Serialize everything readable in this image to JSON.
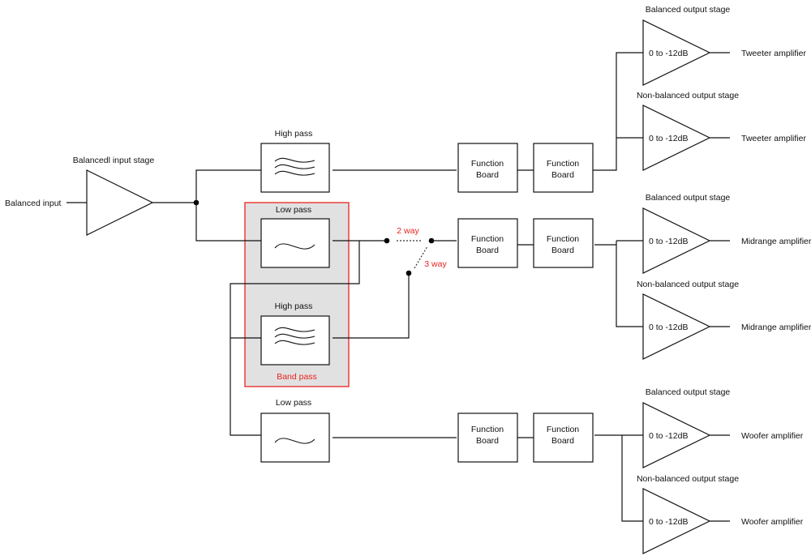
{
  "diagram": {
    "input": {
      "label": "Balanced input",
      "stage_label": "Balancedl input stage"
    },
    "filters": {
      "high_pass_top": "High pass",
      "low_pass_mid": "Low pass",
      "high_pass_band": "High pass",
      "band_pass_label": "Band pass",
      "low_pass_bottom": "Low pass"
    },
    "switch": {
      "two_way": "2 way",
      "three_way": "3 way"
    },
    "function_board": {
      "line1": "Function",
      "line2": "Board"
    },
    "outputs": {
      "tweeter": {
        "balanced_stage": "Balanced output stage",
        "nonbalanced_stage": "Non-balanced output stage",
        "gain": "0 to -12dB",
        "label": "Tweeter amplifier"
      },
      "midrange": {
        "balanced_stage": "Balanced output stage",
        "nonbalanced_stage": "Non-balanced output stage",
        "gain": "0 to -12dB",
        "label": "Midrange amplifier"
      },
      "woofer": {
        "balanced_stage": "Balanced output stage",
        "nonbalanced_stage": "Non-balanced output stage",
        "gain": "0 to -12dB",
        "label": "Woofer amplifier"
      }
    },
    "colors": {
      "band_pass_border": "#e8231f",
      "band_pass_fill": "#e1e1e1",
      "line": "#111111"
    }
  }
}
